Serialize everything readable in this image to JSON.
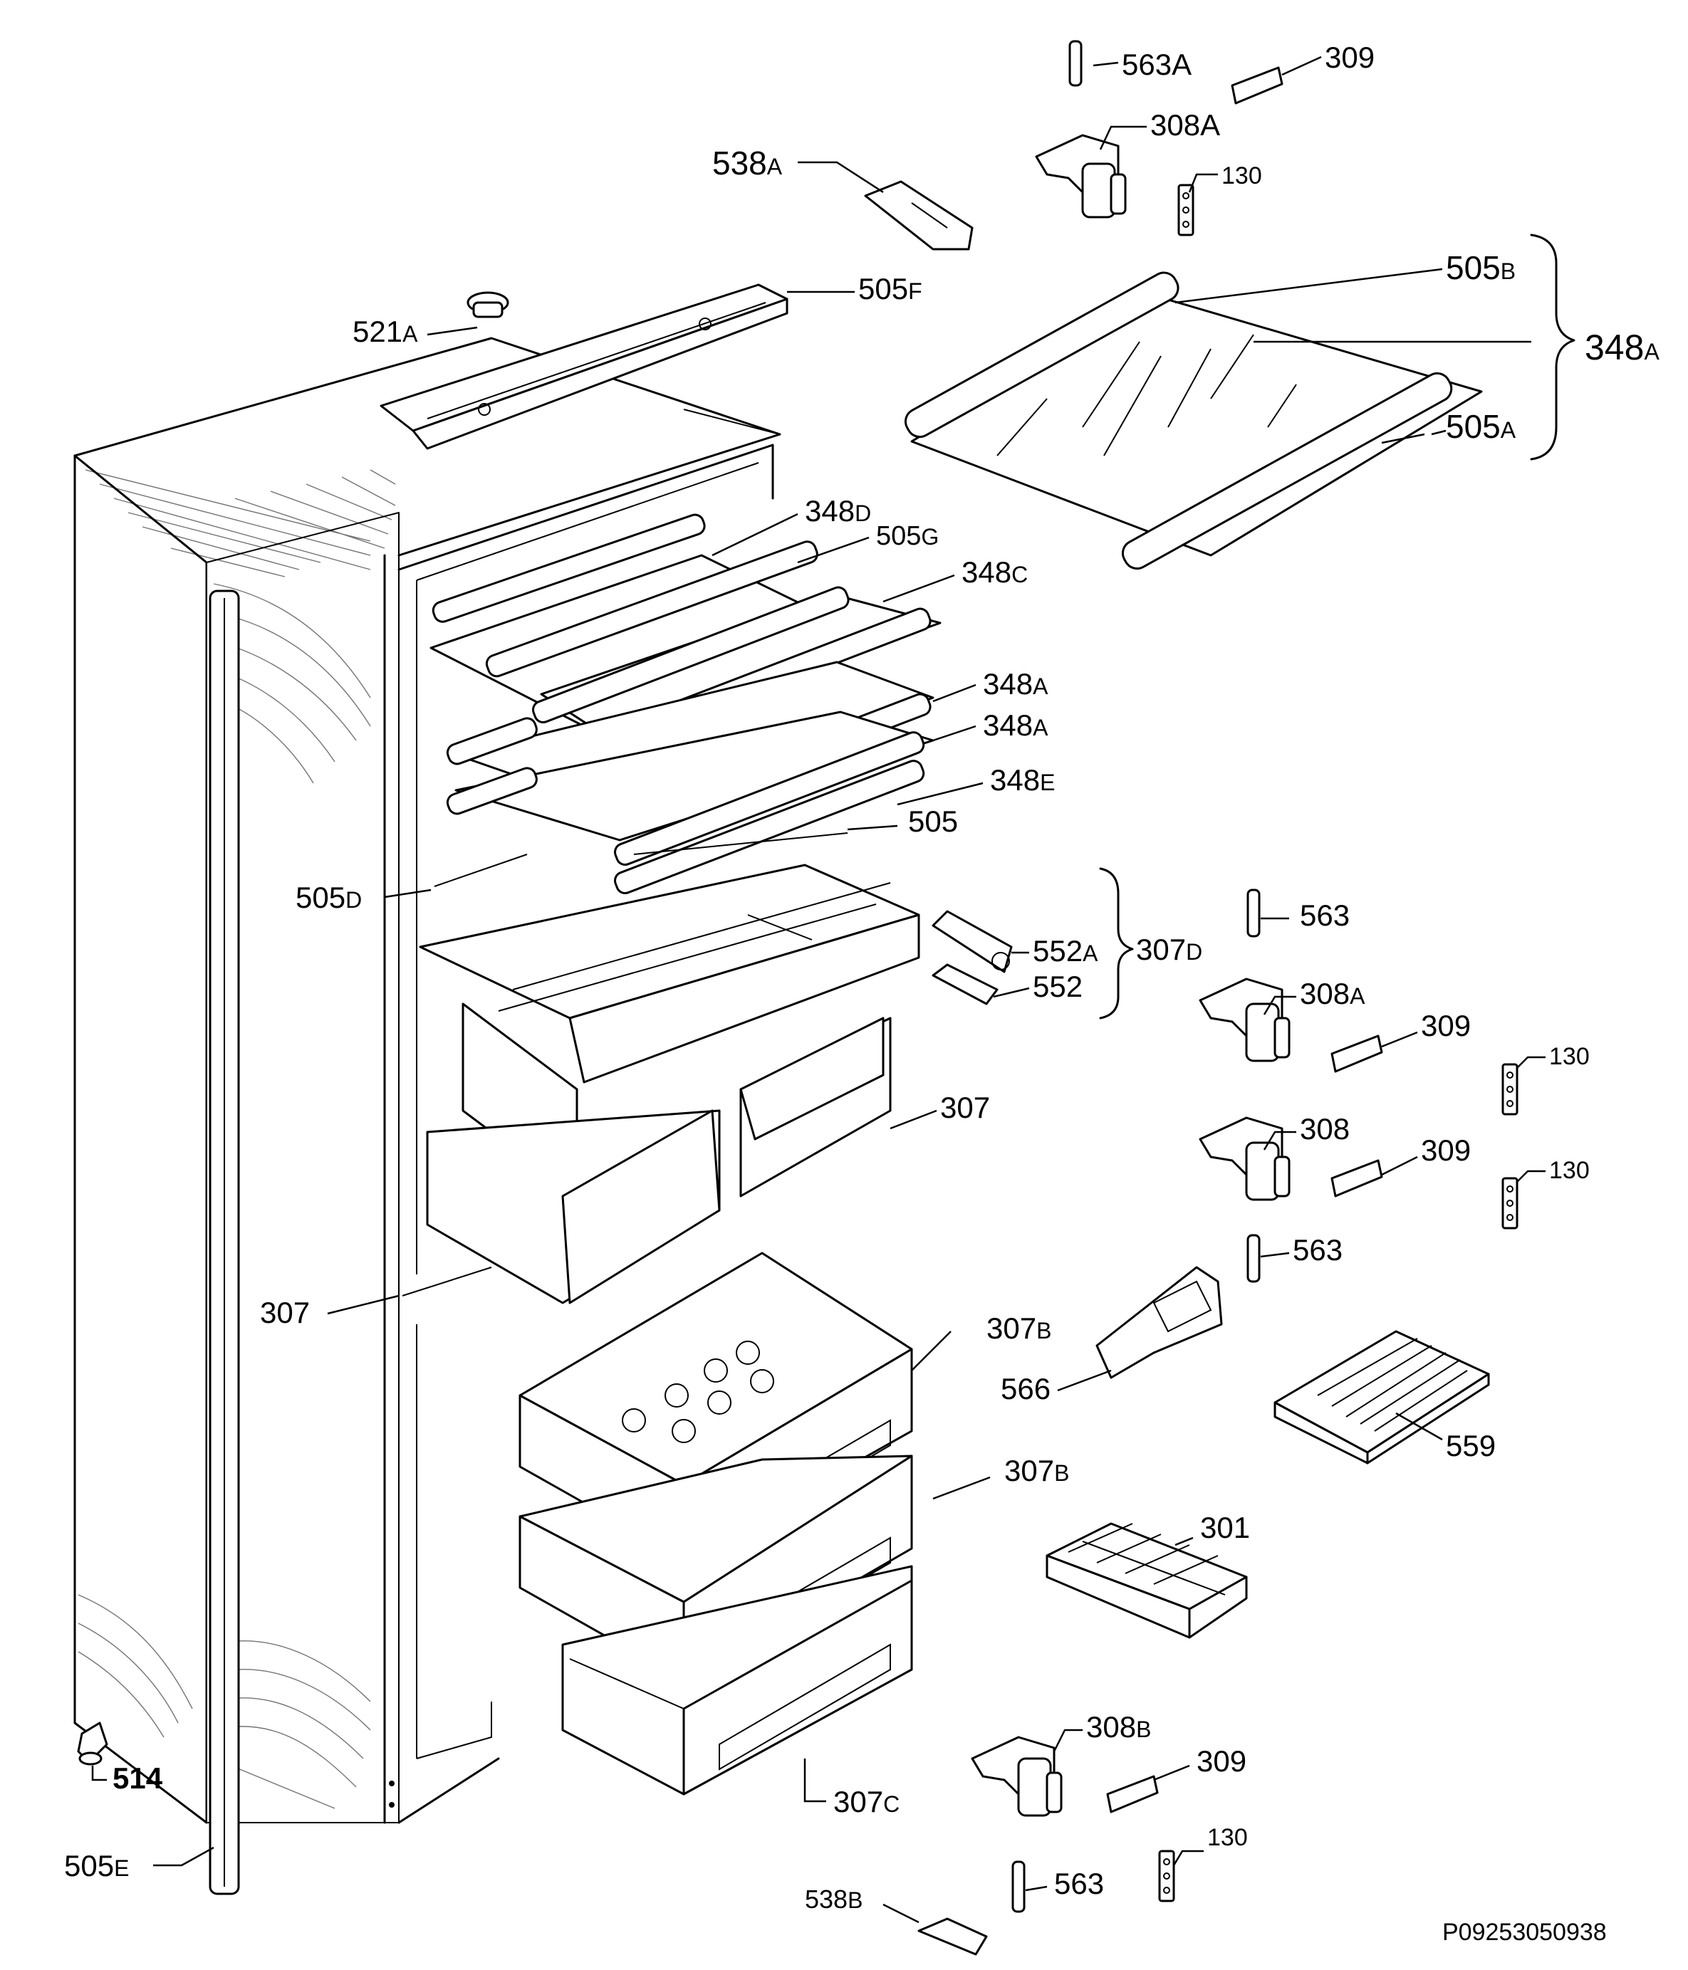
{
  "labels": {
    "l_563A_top": {
      "num": "563",
      "suf": "A"
    },
    "l_309_top": {
      "num": "309",
      "suf": ""
    },
    "l_308A_top": {
      "num": "308",
      "suf": "A"
    },
    "l_538A": {
      "num": "538",
      "suf": "A"
    },
    "l_130_top": {
      "num": "130",
      "suf": ""
    },
    "l_505B": {
      "num": "505",
      "suf": "B"
    },
    "l_348A_bracket": {
      "num": "348",
      "suf": "A"
    },
    "l_505F": {
      "num": "505",
      "suf": "F"
    },
    "l_521A": {
      "num": "521",
      "suf": "A"
    },
    "l_505A": {
      "num": "505",
      "suf": "A"
    },
    "l_348D": {
      "num": "348",
      "suf": "D"
    },
    "l_505G": {
      "num": "505",
      "suf": "G"
    },
    "l_348C": {
      "num": "348",
      "suf": "C"
    },
    "l_348A_1": {
      "num": "348",
      "suf": "A"
    },
    "l_348A_2": {
      "num": "348",
      "suf": "A"
    },
    "l_348E": {
      "num": "348",
      "suf": "E"
    },
    "l_505": {
      "num": "505",
      "suf": ""
    },
    "l_505D": {
      "num": "505",
      "suf": "D"
    },
    "l_563_1": {
      "num": "563",
      "suf": ""
    },
    "l_552A": {
      "num": "552",
      "suf": "A"
    },
    "l_307D": {
      "num": "307",
      "suf": "D"
    },
    "l_552": {
      "num": "552",
      "suf": ""
    },
    "l_308A_mid": {
      "num": "308",
      "suf": "A"
    },
    "l_309_mid1": {
      "num": "309",
      "suf": ""
    },
    "l_130_mid1": {
      "num": "130",
      "suf": ""
    },
    "l_307_right": {
      "num": "307",
      "suf": ""
    },
    "l_308": {
      "num": "308",
      "suf": ""
    },
    "l_309_mid2": {
      "num": "309",
      "suf": ""
    },
    "l_130_mid2": {
      "num": "130",
      "suf": ""
    },
    "l_563_2": {
      "num": "563",
      "suf": ""
    },
    "l_307_left": {
      "num": "307",
      "suf": ""
    },
    "l_307B_1": {
      "num": "307",
      "suf": "B"
    },
    "l_566": {
      "num": "566",
      "suf": ""
    },
    "l_559": {
      "num": "559",
      "suf": ""
    },
    "l_307B_2": {
      "num": "307",
      "suf": "B"
    },
    "l_301": {
      "num": "301",
      "suf": ""
    },
    "l_308B": {
      "num": "308",
      "suf": "B"
    },
    "l_514": {
      "num": "514",
      "suf": ""
    },
    "l_309_bot": {
      "num": "309",
      "suf": ""
    },
    "l_307C": {
      "num": "307",
      "suf": "C"
    },
    "l_130_bot": {
      "num": "130",
      "suf": ""
    },
    "l_505E": {
      "num": "505",
      "suf": "E"
    },
    "l_563_3": {
      "num": "563",
      "suf": ""
    },
    "l_538B": {
      "num": "538",
      "suf": "B"
    }
  },
  "drawing_code": "P09253050938"
}
